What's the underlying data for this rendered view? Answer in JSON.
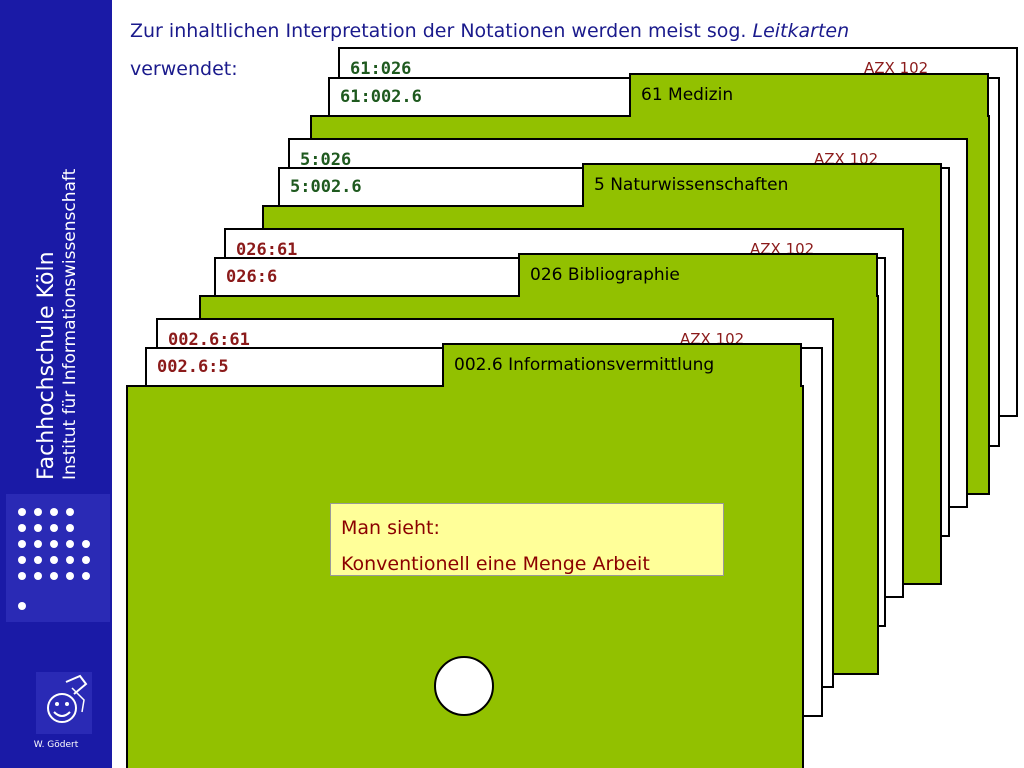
{
  "sidebar": {
    "institution": "Fachhochschule Köln",
    "institute": "Institut für Informationswissenschaft",
    "author": "W. Gödert"
  },
  "slide": {
    "title_part1": "Zur inhaltlichen Interpretation der Notationen werden meist sog. ",
    "title_italic": "Leitkarten",
    "title_part2": "verwendet:"
  },
  "card_groups": [
    {
      "back_label": "61:026",
      "front_label": "61:002.6",
      "azx": "AZX 102",
      "tab": "61 Medizin"
    },
    {
      "back_label": "5:026",
      "front_label": "5:002.6",
      "azx": "AZX 102",
      "tab": "5 Naturwissenschaften"
    },
    {
      "back_label": "026:61",
      "front_label": "026:6",
      "azx": "AZX 102",
      "tab": "026 Bibliographie"
    },
    {
      "back_label": "002.6:61",
      "front_label": "002.6:5",
      "azx": "AZX 102",
      "tab": "002.6 Informationsvermittlung"
    }
  ],
  "note": {
    "line1": "Man sieht:",
    "line2": "Konventionell eine Menge Arbeit"
  }
}
